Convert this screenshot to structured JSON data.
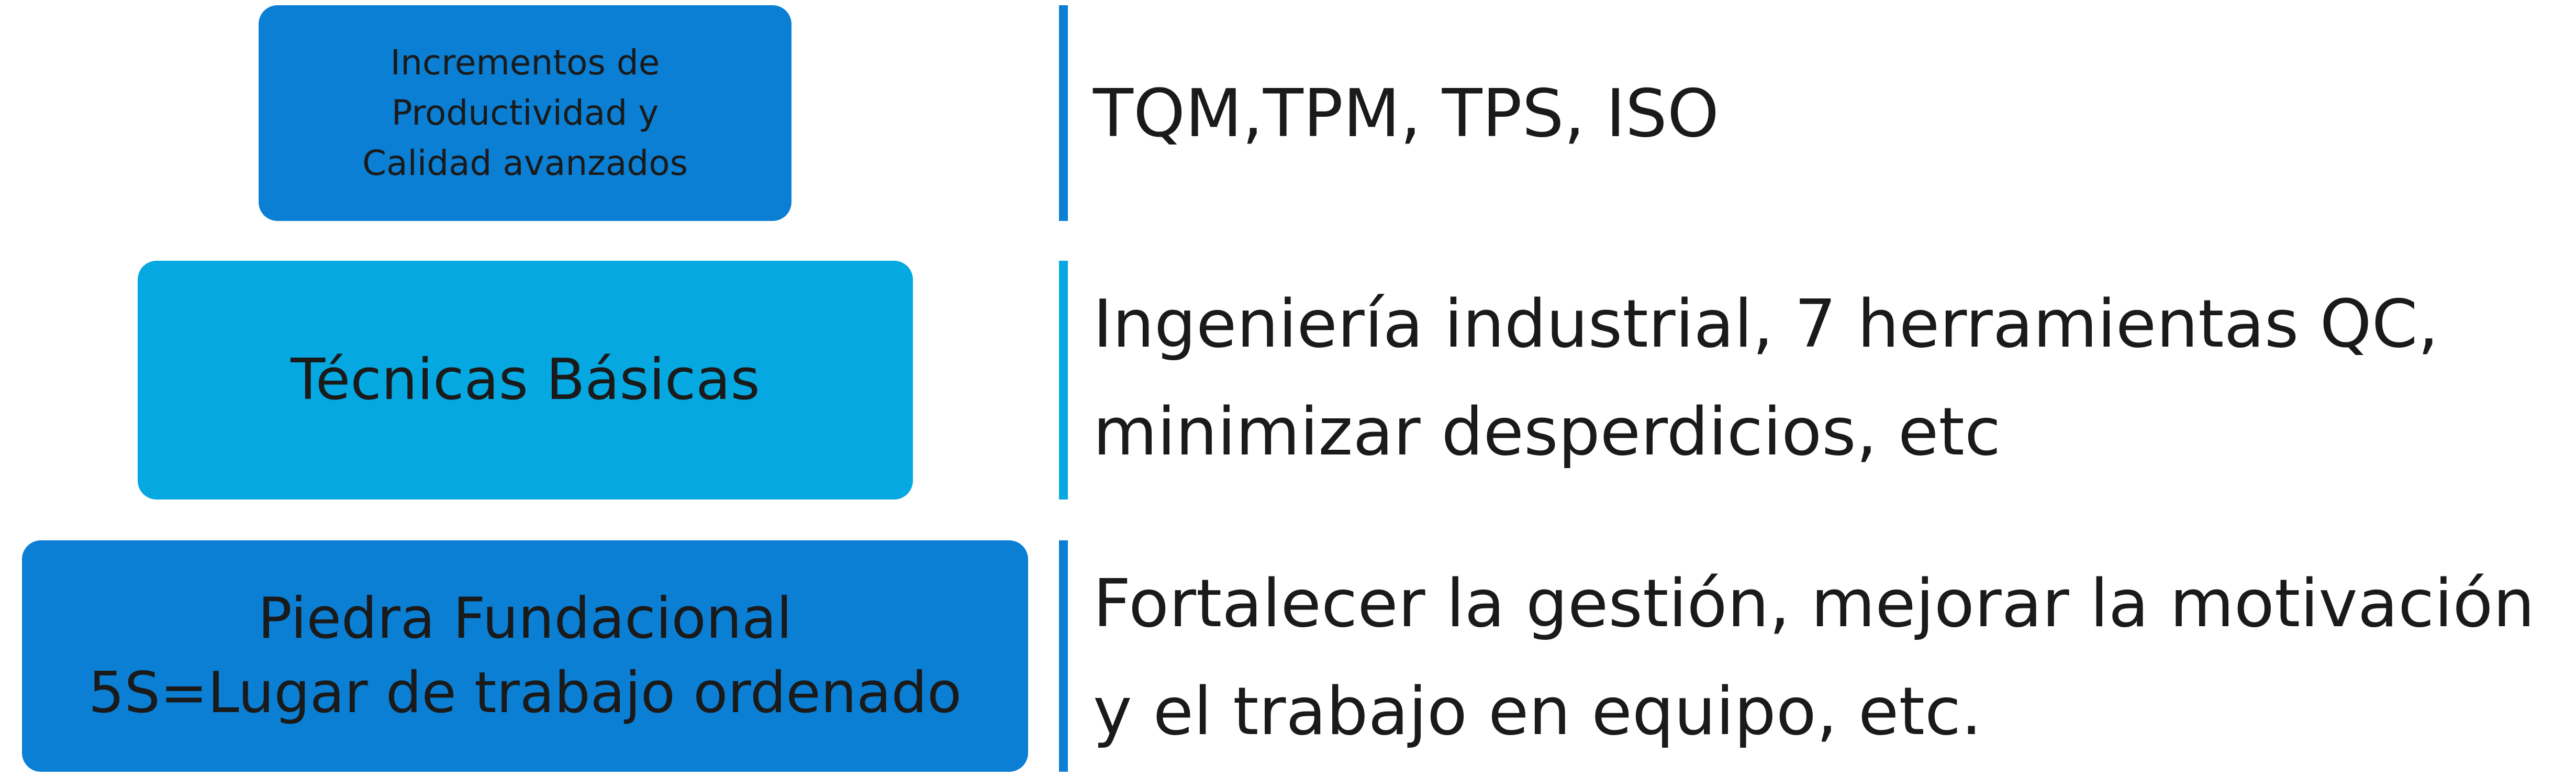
{
  "colors": {
    "top": "#0a7fd4",
    "mid": "#05a8e0",
    "bottom": "#0a7fd4",
    "text": "#1a1a1a"
  },
  "levels": [
    {
      "box_lines": [
        "Incrementos de",
        "Productividad y",
        "Calidad avanzados"
      ],
      "desc_lines": [
        "TQM,TPM, TPS, ISO"
      ]
    },
    {
      "box_lines": [
        "Técnicas Básicas"
      ],
      "desc_lines": [
        "Ingeniería industrial, 7 herramientas QC,",
        "minimizar desperdicios, etc"
      ]
    },
    {
      "box_lines": [
        "Piedra Fundacional",
        "5S=Lugar de trabajo ordenado"
      ],
      "desc_lines": [
        "Fortalecer la gestión, mejorar la motivación",
        "y el trabajo en equipo, etc."
      ]
    }
  ]
}
